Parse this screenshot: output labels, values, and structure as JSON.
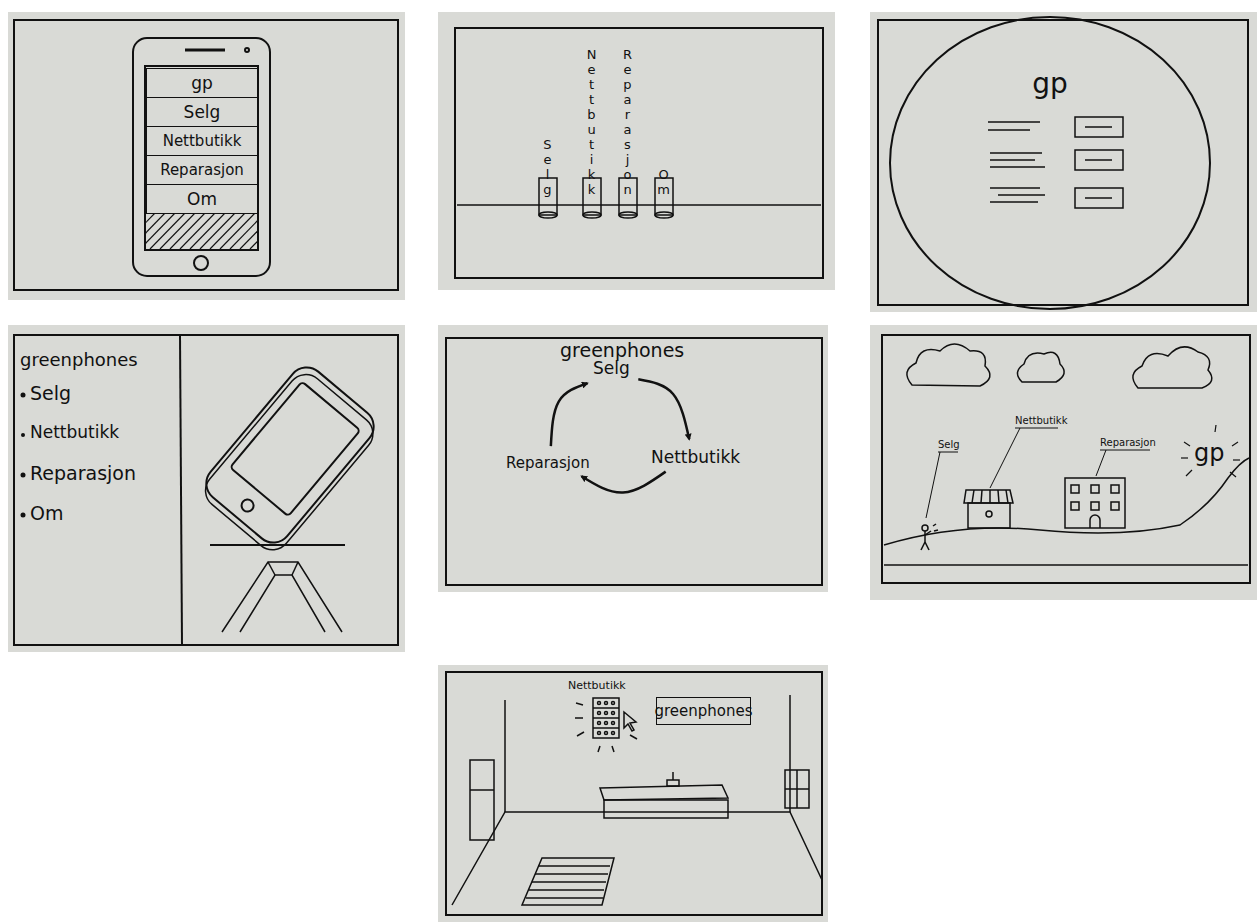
{
  "diagram": {
    "nodes": [
      {
        "text": [
          "gp"
        ]
      },
      {
        "text": [
          "Selg"
        ]
      },
      {
        "text": [
          "Nettbutikk"
        ]
      },
      {
        "text": [
          "Reparasjon"
        ]
      },
      {
        "text": [
          "Om"
        ]
      },
      {
        "text": [
          "gp"
        ]
      },
      {
        "text": [
          "Selg"
        ]
      },
      {
        "text": [
          "Nettbutikk"
        ]
      },
      {
        "text": [
          "Reparasjon"
        ]
      },
      {
        "text": [
          "greenphones"
        ]
      }
    ],
    "edges": [
      {
        "from": 6,
        "to": 7,
        "arrow": "to"
      },
      {
        "from": 7,
        "to": 8,
        "arrow": "to"
      },
      {
        "from": 8,
        "to": 6,
        "arrow": "to"
      }
    ],
    "labels": [
      "Selg",
      "Nettbutikk",
      "Reparasjon",
      "Om",
      "greenphones",
      "Selg",
      "Nettbutikk",
      "Reparasjon",
      "Om",
      "greenphones",
      "Selg",
      "Nettbutikk",
      "Reparasjon",
      "gp",
      "Nettbutikk"
    ]
  }
}
